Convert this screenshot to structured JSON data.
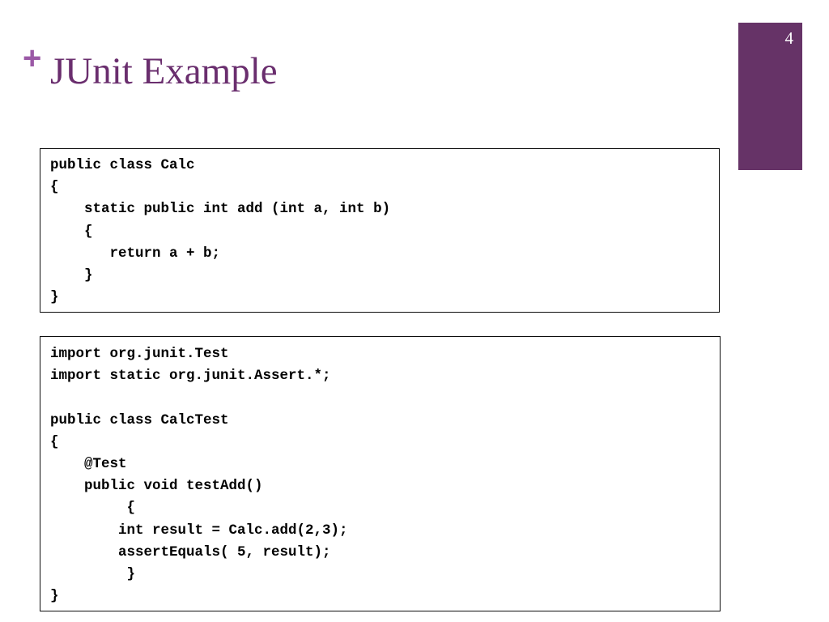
{
  "slide": {
    "number": "4",
    "accent_color": "#663367",
    "title_color": "#6A2E6E",
    "plus_color": "#9B59A6",
    "background_color": "#ffffff"
  },
  "title": {
    "plus_glyph": "+",
    "text": "JUnit Example"
  },
  "code_blocks": [
    {
      "name": "calc-class",
      "language": "java",
      "lines": [
        "public class Calc",
        "{",
        "    static public int add (int a, int b)",
        "    {",
        "       return a + b;",
        "    }",
        "}"
      ],
      "text": "public class Calc\n{\n    static public int add (int a, int b)\n    {\n       return a + b;\n    }\n}"
    },
    {
      "name": "calctest-class",
      "language": "java",
      "lines": [
        "import org.junit.Test",
        "import static org.junit.Assert.*;",
        "",
        "public class CalcTest",
        "{",
        "    @Test",
        "    public void testAdd()",
        "         {",
        "        int result = Calc.add(2,3);",
        "        assertEquals( 5, result);",
        "         }",
        "}"
      ],
      "text": "import org.junit.Test\nimport static org.junit.Assert.*;\n\npublic class CalcTest\n{\n    @Test\n    public void testAdd()\n         {\n        int result = Calc.add(2,3);\n        assertEquals( 5, result);\n         }\n}"
    }
  ]
}
